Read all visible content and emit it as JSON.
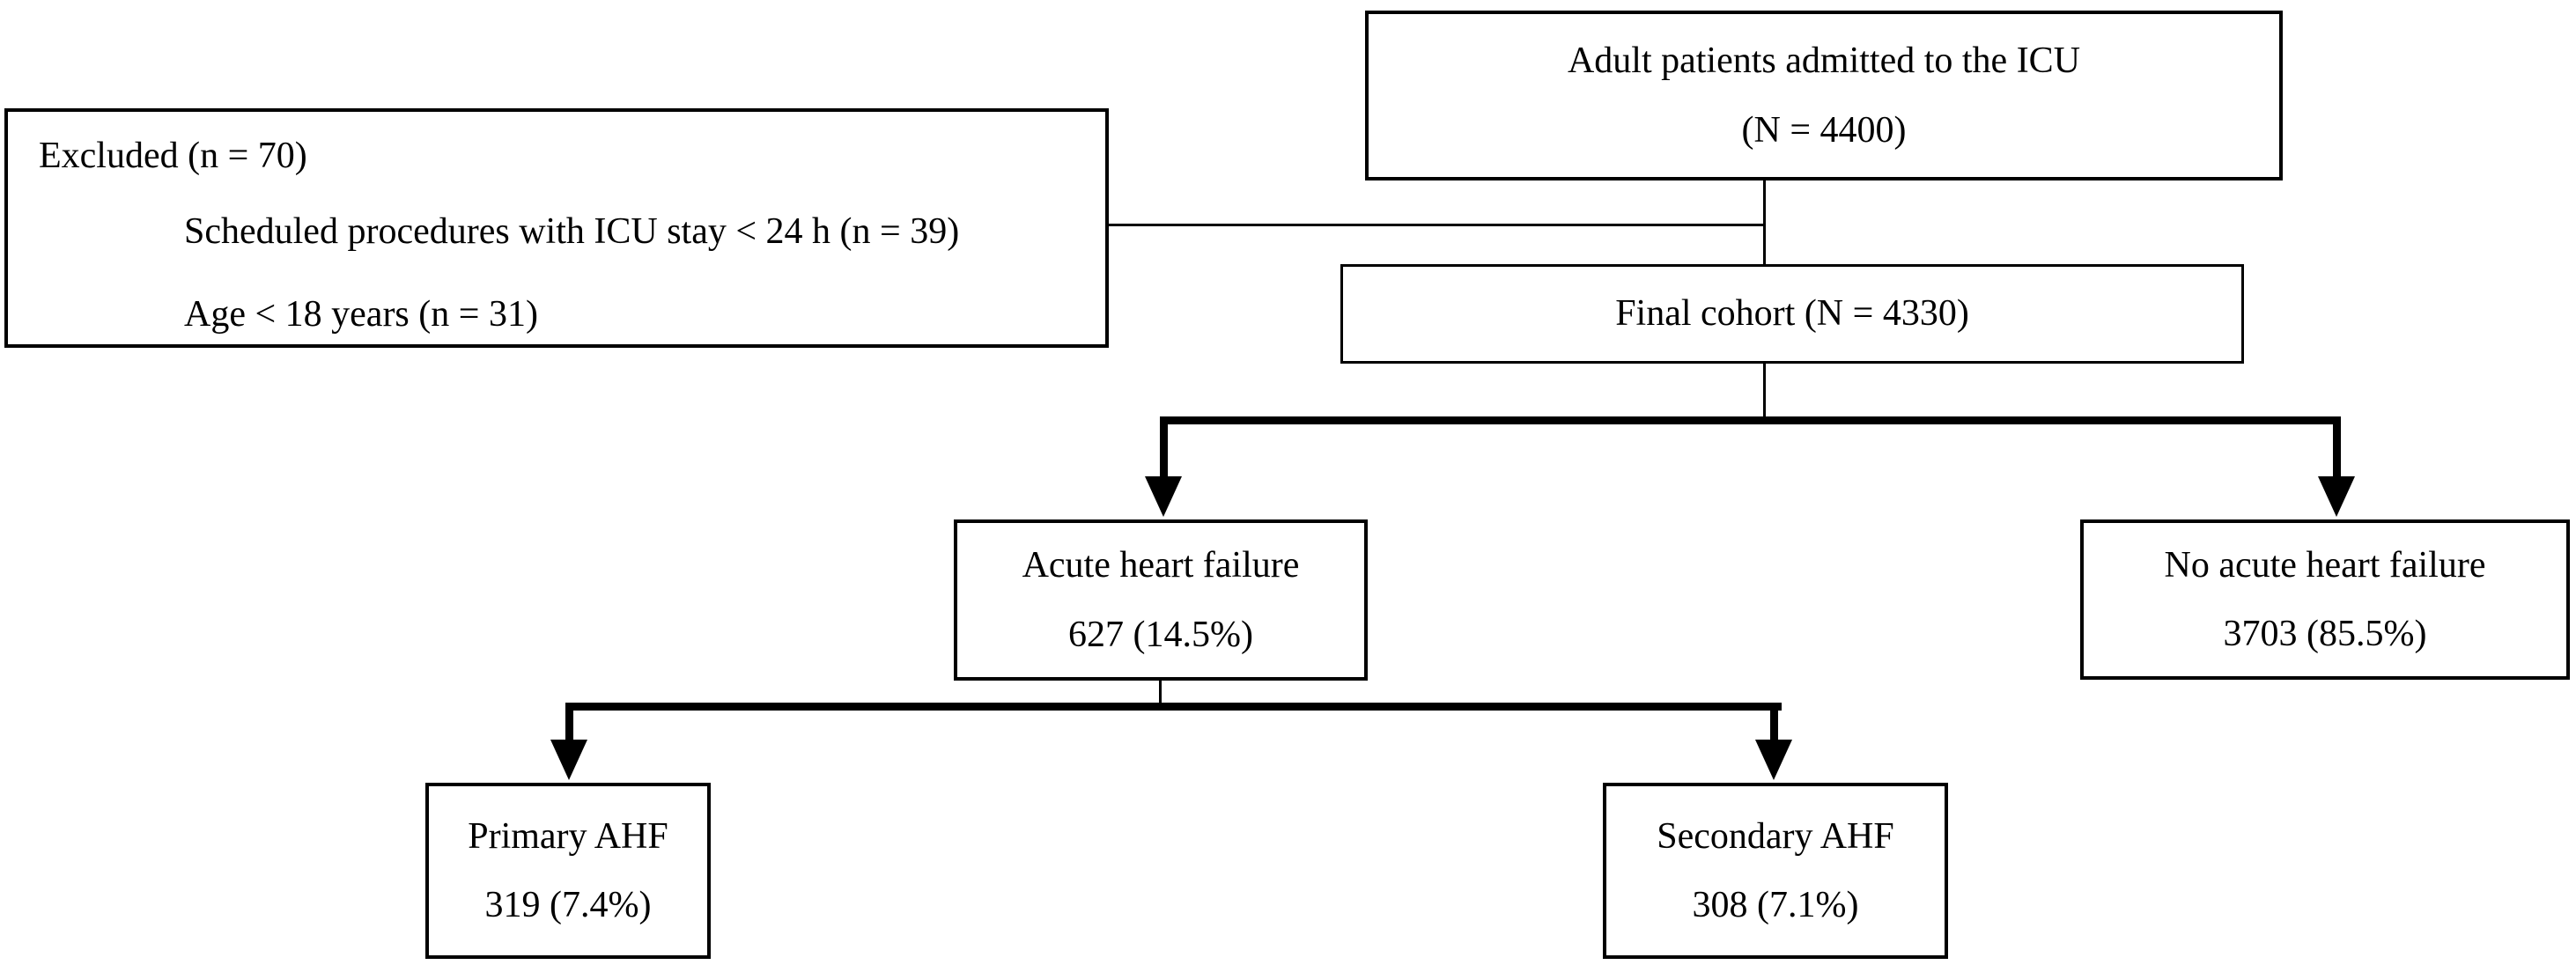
{
  "diagram": {
    "type": "patient-flow-chart",
    "background_color": "#ffffff",
    "line_color": "#000000",
    "nodes": {
      "admitted": {
        "line1": "Adult patients admitted to the ICU",
        "line2": "(N = 4400)",
        "n": 4400
      },
      "excluded": {
        "title": "Excluded (n = 70)",
        "n": 70,
        "items": [
          "Scheduled procedures with ICU stay < 24 h (n = 39)",
          "Age < 18 years (n = 31)"
        ]
      },
      "final_cohort": {
        "line1": "Final cohort (N = 4330)",
        "n": 4330
      },
      "ahf": {
        "line1": "Acute heart failure",
        "line2": "627 (14.5%)",
        "n": 627,
        "percent": "14.5%"
      },
      "no_ahf": {
        "line1": "No acute heart failure",
        "line2": "3703 (85.5%)",
        "n": 3703,
        "percent": "85.5%"
      },
      "primary_ahf": {
        "line1": "Primary AHF",
        "line2": "319 (7.4%)",
        "n": 319,
        "percent": "7.4%"
      },
      "secondary_ahf": {
        "line1": "Secondary AHF",
        "line2": "308 (7.1%)",
        "n": 308,
        "percent": "7.1%"
      }
    },
    "edges": [
      "admitted -> final_cohort",
      "admitted -> excluded",
      "final_cohort -> ahf",
      "final_cohort -> no_ahf",
      "ahf -> primary_ahf",
      "ahf -> secondary_ahf"
    ]
  }
}
